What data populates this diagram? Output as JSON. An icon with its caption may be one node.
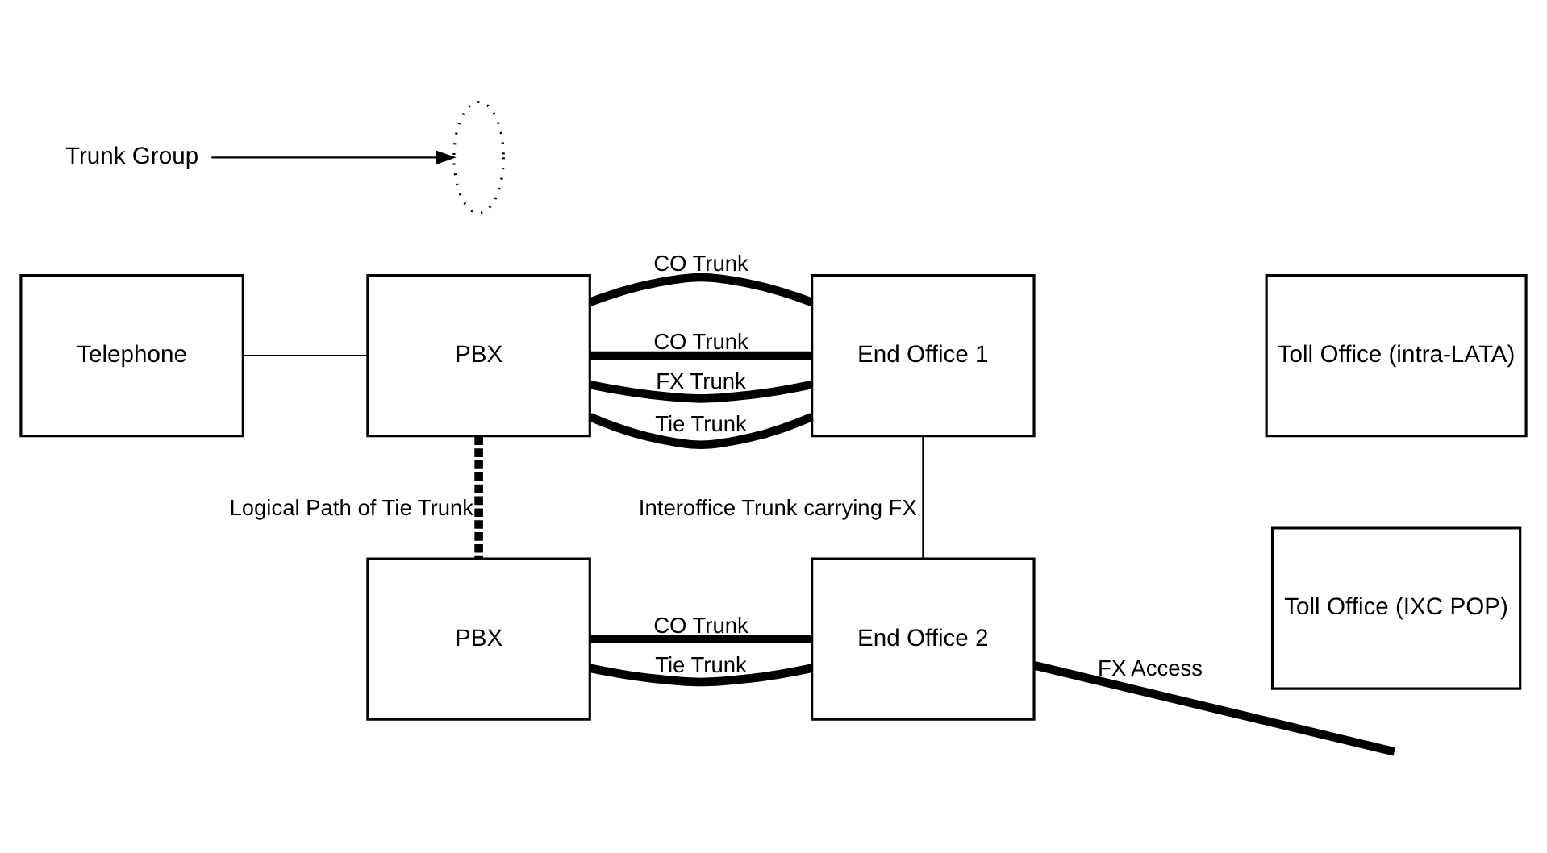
{
  "diagram": {
    "nodes": [
      {
        "text": [
          "Telephone"
        ]
      },
      {
        "text": [
          "PBX"
        ]
      },
      {
        "text": [
          "End Office 1"
        ]
      },
      {
        "text": [
          "Toll Office (intra-LATA)"
        ]
      },
      {
        "text": [
          "Toll Office (IXC POP)"
        ]
      },
      {
        "text": [
          "PBX"
        ]
      },
      {
        "text": [
          "End Office 2"
        ]
      },
      {
        "text": [
          "Trunk Group"
        ]
      },
      {
        "text": [],
        "shape": "ellipse"
      }
    ],
    "edges": [
      {
        "from": 0,
        "to": 1,
        "arrow": "none"
      },
      {
        "from": 1,
        "to": 2,
        "arrow": "none",
        "label": "CO Trunk"
      },
      {
        "from": 1,
        "to": 2,
        "arrow": "none",
        "label": "CO Trunk"
      },
      {
        "from": 1,
        "to": 2,
        "arrow": "none",
        "label": "FX Trunk"
      },
      {
        "from": 1,
        "to": 2,
        "arrow": "none",
        "label": "Tie Trunk"
      },
      {
        "from": 1,
        "to": 5,
        "arrow": "none",
        "label": "Logical Path of Tie Trunk",
        "style": "dashed"
      },
      {
        "from": 2,
        "to": 6,
        "arrow": "none",
        "label": "Interoffice Trunk carrying FX"
      },
      {
        "from": 5,
        "to": 6,
        "arrow": "none",
        "label": "CO Trunk"
      },
      {
        "from": 5,
        "to": 6,
        "arrow": "none",
        "label": "Tie Trunk"
      },
      {
        "from": 6,
        "to": null,
        "arrow": "none",
        "label": "FX Access"
      },
      {
        "from": 7,
        "to": 8,
        "arrow": "to"
      }
    ]
  }
}
